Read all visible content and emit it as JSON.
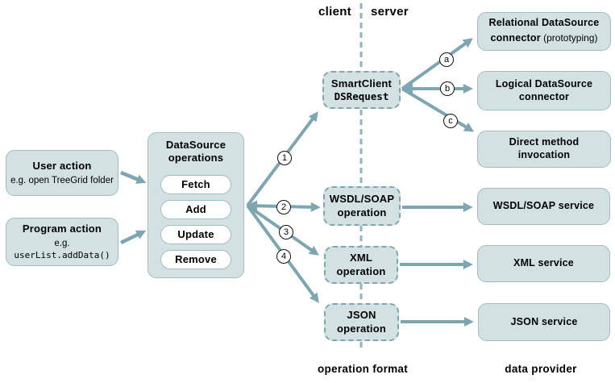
{
  "theme": {
    "arrow": "#7ea6b2",
    "box_fill": "#d3e1e2",
    "box_border": "#a2bdc2",
    "dashed_border": "#7ea6b2",
    "divider": "#8fb6c0",
    "pill_fill": "#ffffff",
    "text": "#000000"
  },
  "header": {
    "client": "client",
    "server": "server"
  },
  "sources": {
    "user_action": {
      "title": "User action",
      "subtitle": "e.g. open TreeGrid folder"
    },
    "program_action": {
      "title": "Program action",
      "subtitle_prefix": "e.g.",
      "subtitle_code": "userList.addData()"
    }
  },
  "datasource_ops": {
    "title_line1": "DataSource",
    "title_line2": "operations",
    "operations": [
      "Fetch",
      "Add",
      "Update",
      "Remove"
    ]
  },
  "smartclient": {
    "line1": "SmartClient",
    "line2": "DSRequest"
  },
  "operation_boxes": [
    {
      "line1": "WSDL/SOAP",
      "line2": "operation"
    },
    {
      "line1": "XML",
      "line2": "operation"
    },
    {
      "line1": "JSON",
      "line2": "operation"
    }
  ],
  "connectors": [
    {
      "line1": "Relational DataSource",
      "line2": "connector",
      "suffix": " (prototyping)"
    },
    {
      "line1": "Logical DataSource",
      "line2": "connector",
      "suffix": ""
    },
    {
      "line1": "Direct method",
      "line2": "invocation",
      "suffix": ""
    }
  ],
  "services": [
    "WSDL/SOAP service",
    "XML service",
    "JSON service"
  ],
  "badges": [
    "1",
    "2",
    "3",
    "4",
    "a",
    "b",
    "c"
  ],
  "footers": {
    "operation_format": "operation format",
    "data_provider": "data provider"
  }
}
